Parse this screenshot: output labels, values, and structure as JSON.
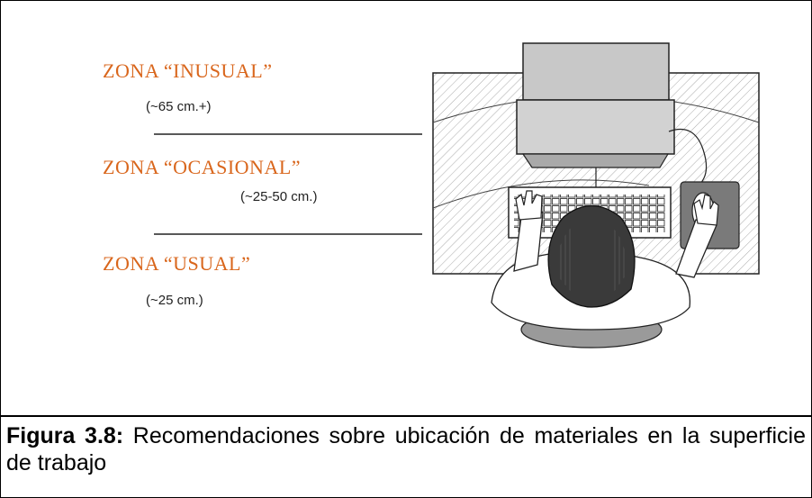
{
  "zones": [
    {
      "title": "ZONA “INUSUAL”",
      "distance": "(~65 cm.+)"
    },
    {
      "title": "ZONA “OCASIONAL”",
      "distance": "(~25-50 cm.)"
    },
    {
      "title": "ZONA “USUAL”",
      "distance": "(~25 cm.)"
    }
  ],
  "caption": {
    "label": "Figura 3.8:",
    "text": " Recomendaciones sobre ubicación de materiales en la superficie de trabajo"
  },
  "colors": {
    "zone_title": "#d9661c",
    "desk_hatch": "#b0b0b0"
  },
  "illustration": "workstation-topview"
}
